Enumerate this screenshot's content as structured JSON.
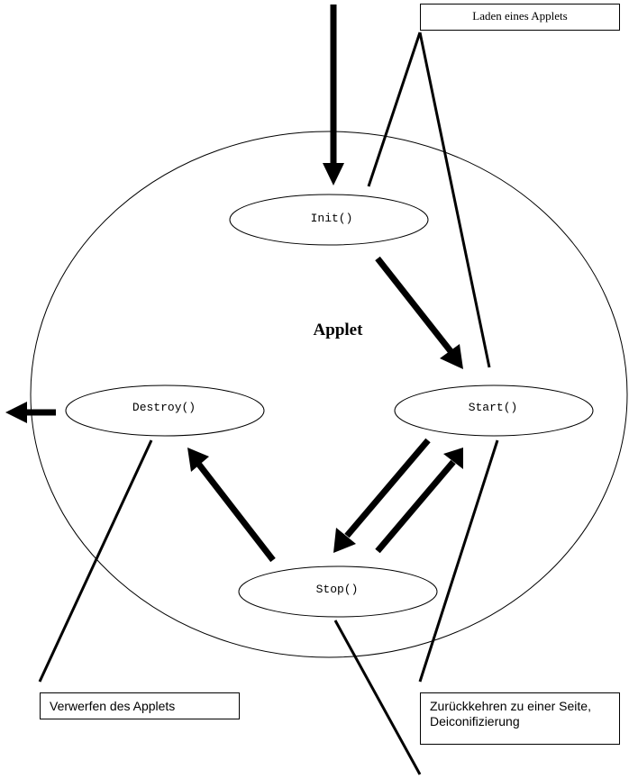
{
  "diagram": {
    "container_label": "Applet",
    "states": {
      "init": "Init()",
      "start": "Start()",
      "stop": "Stop()",
      "destroy": "Destroy()"
    },
    "notes": {
      "load": "Laden eines Applets",
      "discard": "Verwerfen des Applets",
      "return": "Zurückkehren zu einer Seite, Deiconifizierung"
    },
    "colors": {
      "stroke": "#000000",
      "background": "#ffffff"
    }
  }
}
